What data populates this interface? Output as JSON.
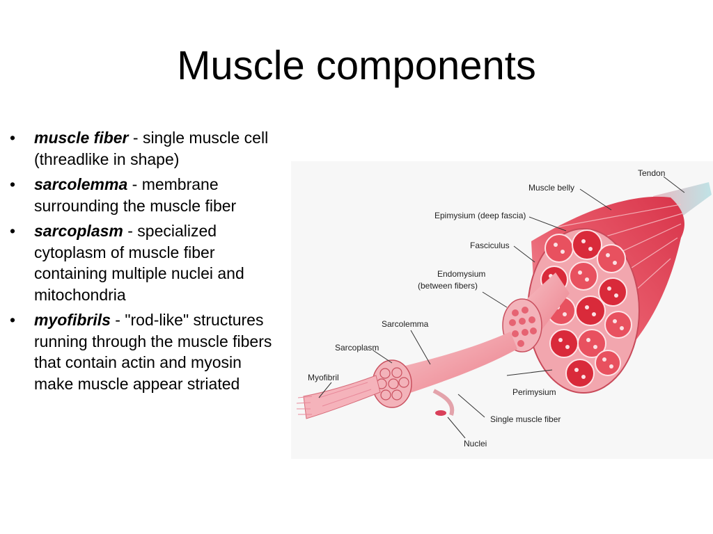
{
  "slide": {
    "title": "Muscle components",
    "bullets": [
      {
        "term": "muscle fiber",
        "text": " - single muscle cell (threadlike in shape)"
      },
      {
        "term": "sarcolemma",
        "text": " - membrane surrounding the muscle fiber"
      },
      {
        "term": "sarcoplasm",
        "text": " - specialized cytoplasm of muscle fiber containing multiple nuclei and mitochondria"
      },
      {
        "term": "myofibrils",
        "text": " - \"rod-like\" structures running through the muscle fibers that contain actin and myosin make muscle appear striated"
      }
    ],
    "bullet_char": "•"
  },
  "diagram": {
    "labels": {
      "tendon": "Tendon",
      "muscle_belly": "Muscle belly",
      "epimysium": "Epimysium (deep fascia)",
      "fasciculus": "Fasciculus",
      "endomysium_1": "Endomysium",
      "endomysium_2": "(between fibers)",
      "sarcolemma": "Sarcolemma",
      "sarcoplasm": "Sarcoplasm",
      "myofibril": "Myofibril",
      "perimysium": "Perimysium",
      "single_muscle_fiber": "Single muscle fiber",
      "nuclei": "Nuclei"
    },
    "colors": {
      "muscle": "#e85a6a",
      "muscle_light": "#f6b7bd",
      "fascicle_red": "#d81f2e",
      "tendon": "#c8e3e6"
    }
  }
}
